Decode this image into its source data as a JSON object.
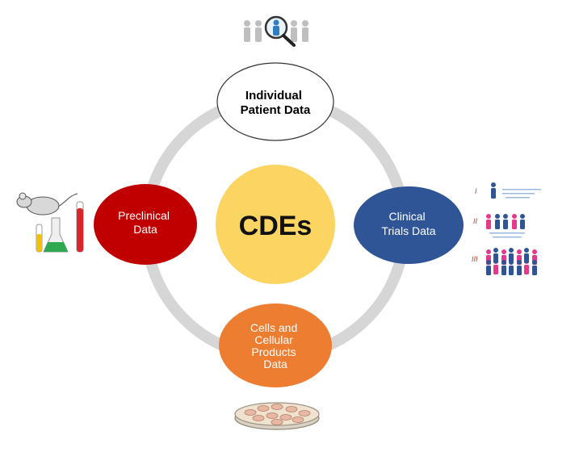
{
  "center": {
    "label": "CDEs",
    "color": "#FBD462"
  },
  "ring": {
    "color": "#D6D6D6"
  },
  "nodes": {
    "top": {
      "lines": [
        "Individual",
        "Patient Data"
      ],
      "color": "#FFFFFF",
      "text_color": "#000000"
    },
    "left": {
      "lines": [
        "Preclinical",
        "Data"
      ],
      "color": "#C00000",
      "text_color": "#FFFFFF"
    },
    "right": {
      "lines": [
        "Clinical",
        "Trials Data"
      ],
      "color": "#2F5597",
      "text_color": "#FFFFFF"
    },
    "bottom": {
      "lines": [
        "Cells and",
        "Cellular",
        "Products",
        "Data"
      ],
      "color": "#ED7D31",
      "text_color": "#FFFFFF"
    }
  },
  "trial_phases": [
    "I",
    "II",
    "III"
  ],
  "icons": {
    "top": "patient-search-icon",
    "left": "lab-mouse-test-tubes-icon",
    "right": "clinical-trial-phases-icon",
    "bottom": "petri-dish-icon"
  },
  "icon_colors": {
    "male": "#2F5597",
    "female": "#E6398C",
    "person": "#BFBFBF",
    "mouse": "#D0D0D0"
  }
}
